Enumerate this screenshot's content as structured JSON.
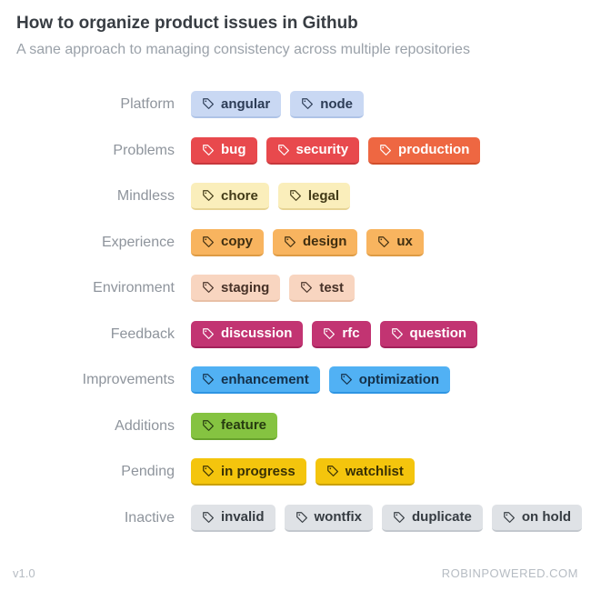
{
  "header": {
    "title": "How to organize product issues in Github",
    "subtitle": "A sane approach to managing consistency across multiple repositories"
  },
  "badge_icon": "tag-icon",
  "palette": {
    "periwinkle": {
      "bg": "#c9d8f3",
      "border": "#aec3e7",
      "text": "#2c3c56"
    },
    "red": {
      "bg": "#e8494d",
      "border": "#c6383c",
      "text": "#ffffff"
    },
    "orange_red": {
      "bg": "#ee6742",
      "border": "#d14e2b",
      "text": "#ffffff"
    },
    "cream": {
      "bg": "#faeebb",
      "border": "#e7d494",
      "text": "#423a17"
    },
    "amber": {
      "bg": "#f8b45f",
      "border": "#dd9a43",
      "text": "#3f2e10"
    },
    "peach": {
      "bg": "#f8d5c0",
      "border": "#e9c0a6",
      "text": "#473228"
    },
    "magenta": {
      "bg": "#c23472",
      "border": "#a3215a",
      "text": "#ffffff"
    },
    "sky": {
      "bg": "#51b1f4",
      "border": "#2e95e3",
      "text": "#143049"
    },
    "green": {
      "bg": "#85c341",
      "border": "#68a22c",
      "text": "#263a10"
    },
    "gold": {
      "bg": "#f4c50d",
      "border": "#c9a002",
      "text": "#383005"
    },
    "gray": {
      "bg": "#dfe2e6",
      "border": "#c3c8ce",
      "text": "#363c42"
    }
  },
  "rows": [
    {
      "category": "Platform",
      "tags": [
        {
          "label": "angular",
          "style": "periwinkle"
        },
        {
          "label": "node",
          "style": "periwinkle"
        }
      ]
    },
    {
      "category": "Problems",
      "tags": [
        {
          "label": "bug",
          "style": "red"
        },
        {
          "label": "security",
          "style": "red"
        },
        {
          "label": "production",
          "style": "orange_red"
        }
      ]
    },
    {
      "category": "Mindless",
      "tags": [
        {
          "label": "chore",
          "style": "cream"
        },
        {
          "label": "legal",
          "style": "cream"
        }
      ]
    },
    {
      "category": "Experience",
      "tags": [
        {
          "label": "copy",
          "style": "amber"
        },
        {
          "label": "design",
          "style": "amber"
        },
        {
          "label": "ux",
          "style": "amber"
        }
      ]
    },
    {
      "category": "Environment",
      "tags": [
        {
          "label": "staging",
          "style": "peach"
        },
        {
          "label": "test",
          "style": "peach"
        }
      ]
    },
    {
      "category": "Feedback",
      "tags": [
        {
          "label": "discussion",
          "style": "magenta"
        },
        {
          "label": "rfc",
          "style": "magenta"
        },
        {
          "label": "question",
          "style": "magenta"
        }
      ]
    },
    {
      "category": "Improvements",
      "tags": [
        {
          "label": "enhancement",
          "style": "sky"
        },
        {
          "label": "optimization",
          "style": "sky"
        }
      ]
    },
    {
      "category": "Additions",
      "tags": [
        {
          "label": "feature",
          "style": "green"
        }
      ]
    },
    {
      "category": "Pending",
      "tags": [
        {
          "label": "in progress",
          "style": "gold"
        },
        {
          "label": "watchlist",
          "style": "gold"
        }
      ]
    },
    {
      "category": "Inactive",
      "tags": [
        {
          "label": "invalid",
          "style": "gray"
        },
        {
          "label": "wontfix",
          "style": "gray"
        },
        {
          "label": "duplicate",
          "style": "gray"
        },
        {
          "label": "on hold",
          "style": "gray"
        }
      ]
    }
  ],
  "footer": {
    "version": "v1.0",
    "site": "ROBINPOWERED.COM"
  }
}
